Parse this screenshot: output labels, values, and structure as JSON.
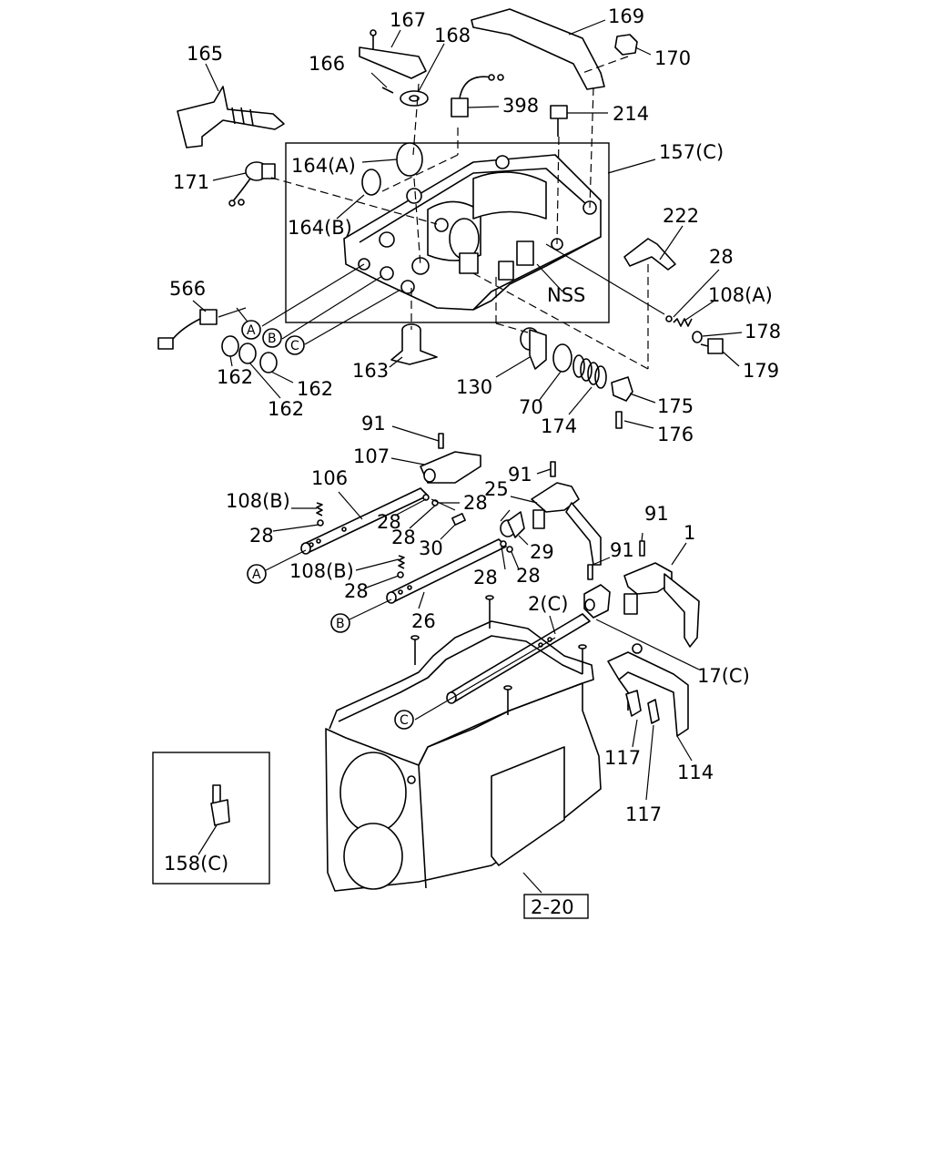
{
  "labels": {
    "l167": "167",
    "l169": "169",
    "l168": "168",
    "l165": "165",
    "l166": "166",
    "l170": "170",
    "l398": "398",
    "l214": "214",
    "l164a": "164(A)",
    "l157c": "157(C)",
    "l171": "171",
    "l164b": "164(B)",
    "l222": "222",
    "l28a": "28",
    "l108a": "108(A)",
    "l566": "566",
    "l178": "178",
    "lnss": "NSS",
    "l179": "179",
    "l162a": "162",
    "l162b": "162",
    "l162c": "162",
    "l163": "163",
    "l130": "130",
    "l175": "175",
    "l70": "70",
    "l174": "174",
    "l176": "176",
    "l91a": "91",
    "l107": "107",
    "l106": "106",
    "l91b": "91",
    "l25": "25",
    "l108b1": "108(B)",
    "l28b": "28",
    "l28c": "28",
    "l28d": "28",
    "l30": "30",
    "l29": "29",
    "l91c": "91",
    "l1": "1",
    "l91d": "91",
    "l108b2": "108(B)",
    "l28e": "28",
    "l28f": "28",
    "l28g": "28",
    "l2c": "2(C)",
    "l26": "26",
    "l17c": "17(C)",
    "l117a": "117",
    "l114": "114",
    "l117b": "117",
    "l158c": "158(C)",
    "ref": "2-20"
  },
  "circle_markers": {
    "A": "A",
    "B": "B",
    "C": "C"
  },
  "icons": [
    "shift-lever-icon",
    "gear-housing-icon",
    "shift-rail-icon",
    "shift-fork-icon",
    "switch-icon",
    "bracket-icon"
  ]
}
